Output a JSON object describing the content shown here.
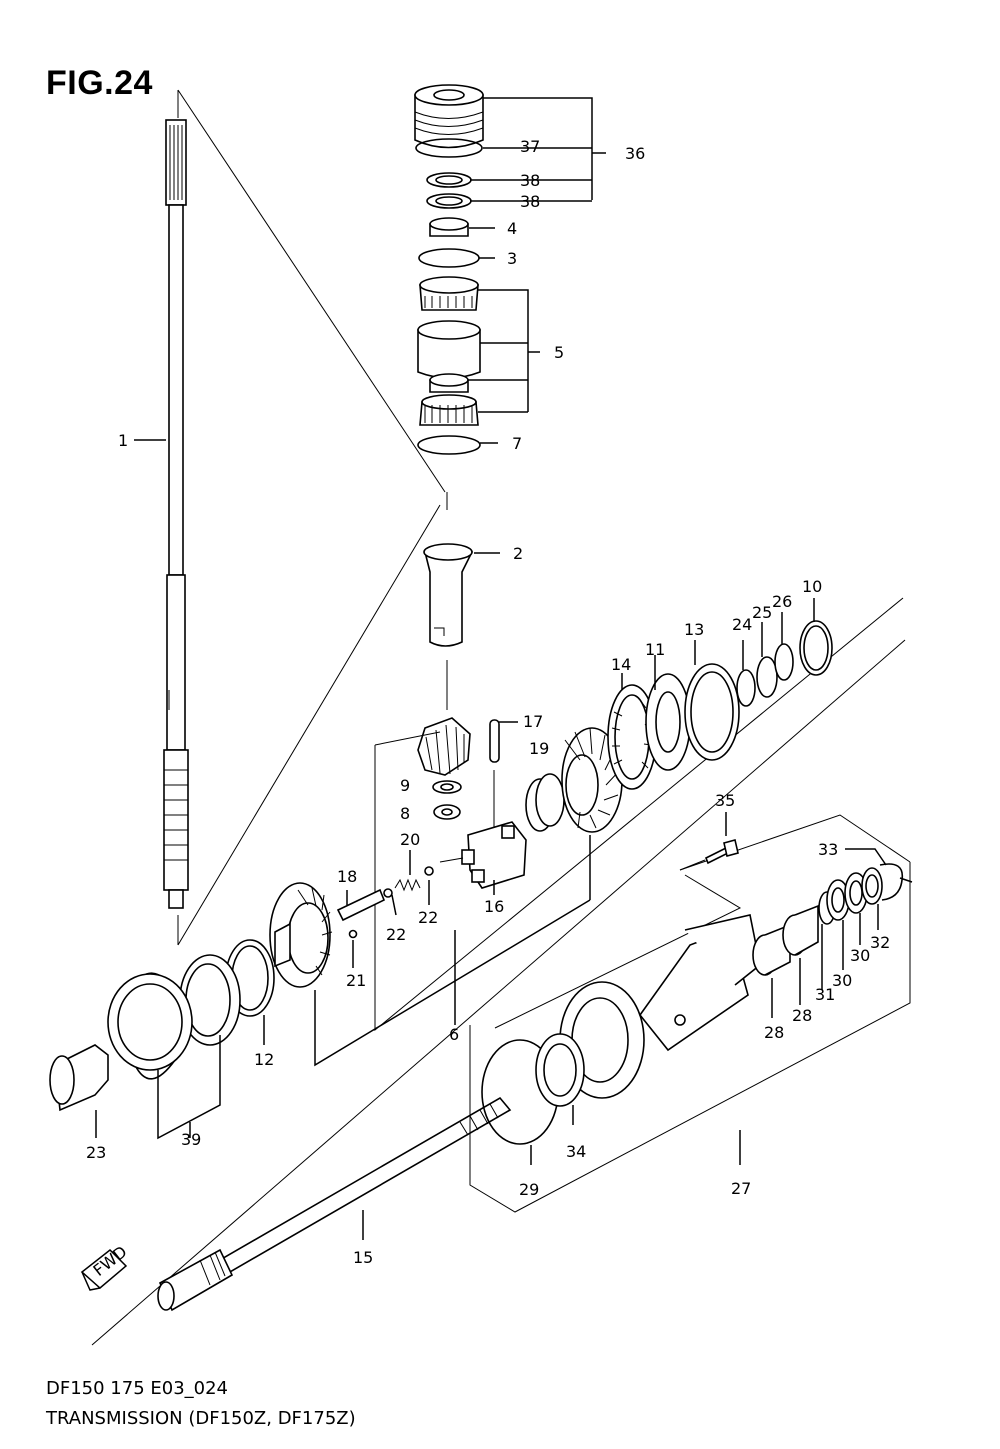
{
  "figure": {
    "title": "FIG.24",
    "code": "DF150 175 E03_024",
    "caption": "TRANSMISSION (DF150Z, DF175Z)"
  },
  "fwd_label": "FWD",
  "parts": [
    {
      "id": "1",
      "label": "1"
    },
    {
      "id": "2",
      "label": "2"
    },
    {
      "id": "3",
      "label": "3"
    },
    {
      "id": "4",
      "label": "4"
    },
    {
      "id": "5",
      "label": "5"
    },
    {
      "id": "6",
      "label": "6"
    },
    {
      "id": "7",
      "label": "7"
    },
    {
      "id": "8",
      "label": "8"
    },
    {
      "id": "9",
      "label": "9"
    },
    {
      "id": "10",
      "label": "10"
    },
    {
      "id": "11",
      "label": "11"
    },
    {
      "id": "12",
      "label": "12"
    },
    {
      "id": "13",
      "label": "13"
    },
    {
      "id": "14",
      "label": "14"
    },
    {
      "id": "15",
      "label": "15"
    },
    {
      "id": "16",
      "label": "16"
    },
    {
      "id": "17",
      "label": "17"
    },
    {
      "id": "18",
      "label": "18"
    },
    {
      "id": "19",
      "label": "19"
    },
    {
      "id": "20",
      "label": "20"
    },
    {
      "id": "21",
      "label": "21"
    },
    {
      "id": "22a",
      "label": "22"
    },
    {
      "id": "22b",
      "label": "22"
    },
    {
      "id": "23",
      "label": "23"
    },
    {
      "id": "24",
      "label": "24"
    },
    {
      "id": "25",
      "label": "25"
    },
    {
      "id": "26",
      "label": "26"
    },
    {
      "id": "27",
      "label": "27"
    },
    {
      "id": "28a",
      "label": "28"
    },
    {
      "id": "28b",
      "label": "28"
    },
    {
      "id": "29",
      "label": "29"
    },
    {
      "id": "30a",
      "label": "30"
    },
    {
      "id": "30b",
      "label": "30"
    },
    {
      "id": "31",
      "label": "31"
    },
    {
      "id": "32",
      "label": "32"
    },
    {
      "id": "33",
      "label": "33"
    },
    {
      "id": "34",
      "label": "34"
    },
    {
      "id": "35",
      "label": "35"
    },
    {
      "id": "36",
      "label": "36"
    },
    {
      "id": "37",
      "label": "37"
    },
    {
      "id": "38a",
      "label": "38"
    },
    {
      "id": "38b",
      "label": "38"
    },
    {
      "id": "39",
      "label": "39"
    }
  ]
}
